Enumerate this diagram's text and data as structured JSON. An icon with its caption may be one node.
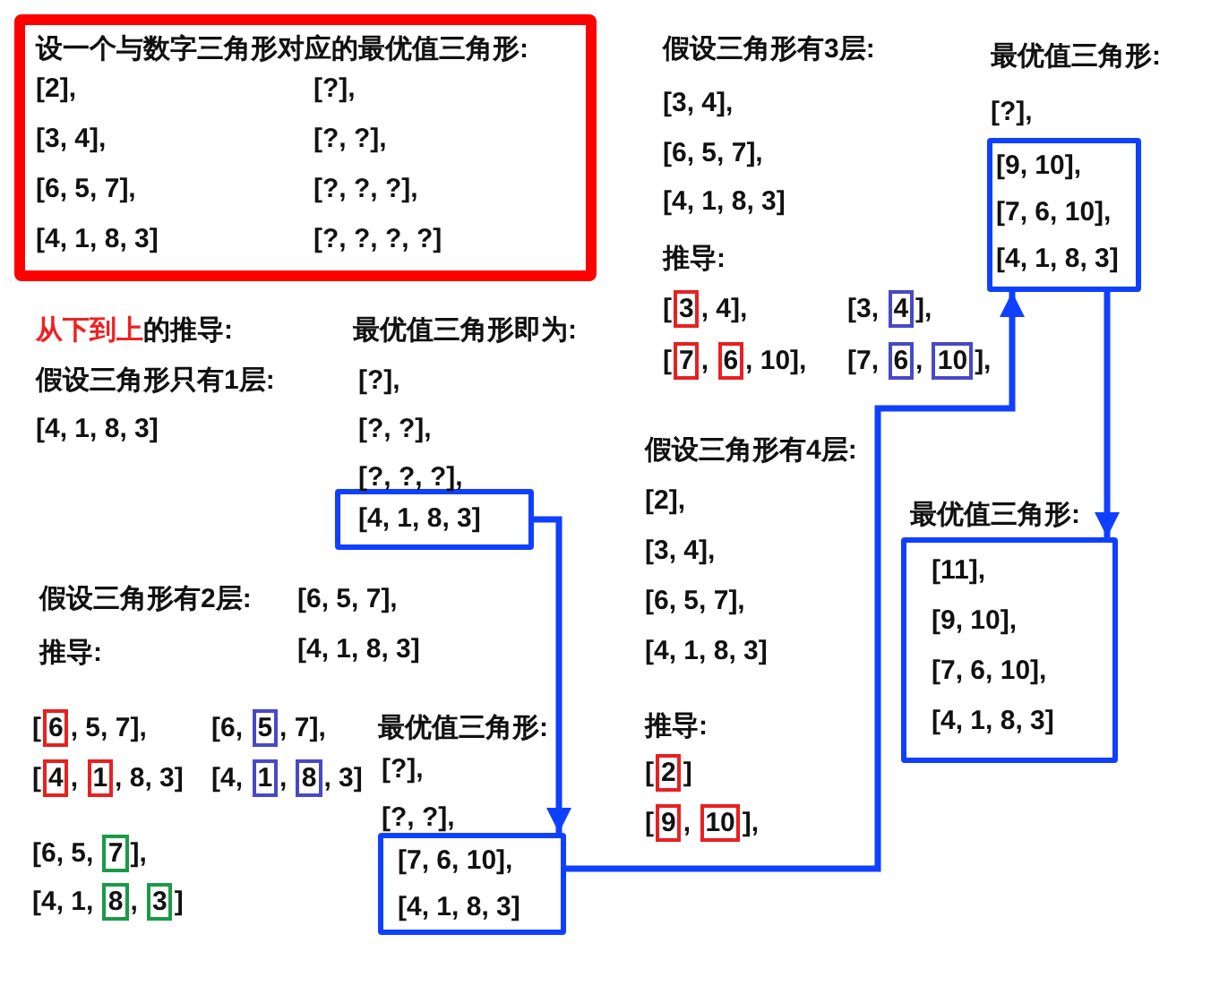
{
  "diagram": {
    "nodes": [
      {
        "text": [
          "设一个与数字三角形对应的最优值三角形:",
          "[2],",
          "[?],",
          "[3, 4],",
          "[?, ?],",
          "[6, 5, 7],",
          "[?, ?, ?],",
          "[4, 1, 8, 3]",
          "[?, ?, ?, ?]"
        ]
      },
      {
        "text": [
          "[4, 1, 8, 3]"
        ]
      },
      {
        "text": [
          "[7, 6, 10],",
          "[4, 1, 8, 3]"
        ]
      },
      {
        "text": [
          "[9, 10],",
          "[7, 6, 10],",
          "[4, 1, 8, 3]"
        ]
      },
      {
        "text": [
          "[11],",
          "[9, 10],",
          "[7, 6, 10],",
          "[4, 1, 8, 3]"
        ]
      }
    ],
    "edges": [
      {
        "from": 1,
        "to": 2,
        "arrow": "to"
      },
      {
        "from": 2,
        "to": 3,
        "arrow": "to"
      },
      {
        "from": 3,
        "to": 4,
        "arrow": "to"
      }
    ],
    "labels": [
      "假设三角形有3层:",
      "最优值三角形:",
      "[3, 4],",
      "[?],",
      "[6, 5, 7],",
      "[4, 1, 8, 3]",
      "推导:",
      "[3, 4],",
      "[3, 4],",
      "从下到上",
      "的推导:",
      "最优值三角形即为:",
      "[7, 6, 10],",
      "[7, 6, 10],",
      "假设三角形只有1层:",
      "[?],",
      "[4, 1, 8, 3]",
      "[?, ?],",
      "假设三角形有4层:",
      "[?, ?, ?],",
      "[2],",
      "最优值三角形:",
      "[3, 4],",
      "假设三角形有2层:",
      "[6, 5, 7],",
      "[6, 5, 7],",
      "推导:",
      "[4, 1, 8, 3]",
      "[4, 1, 8, 3]",
      "[6, 5, 7],",
      "[6, 5, 7],",
      "最优值三角形:",
      "推导:",
      "[4, 1, 8, 3]",
      "[4, 1, 8, 3]",
      "[?],",
      "[2]",
      "[?, ?],",
      "[9, 10],",
      "[6, 5, 7],",
      "[4, 1, 8, 3]"
    ]
  }
}
